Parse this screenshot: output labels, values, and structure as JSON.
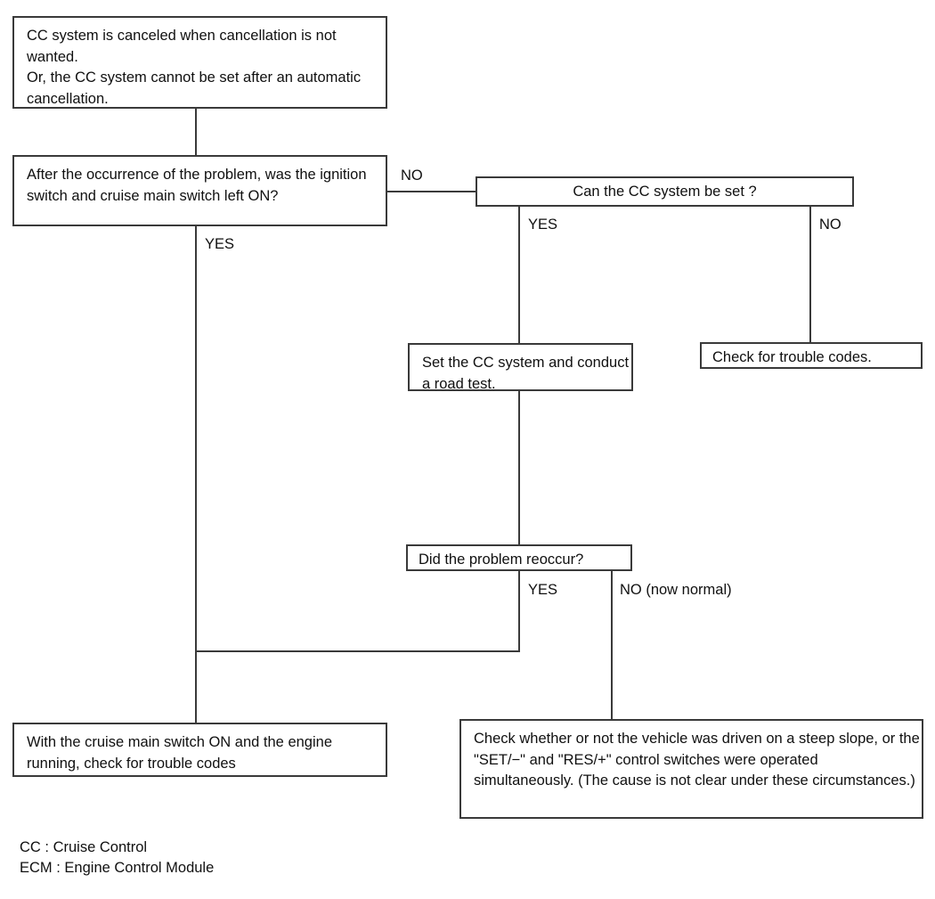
{
  "diagram": {
    "title": "CC System Cancellation Diagnostic Flowchart",
    "line_color": "#3a3a3a",
    "box_fill": "#ffffff",
    "text_color": "#101010"
  },
  "nodes": {
    "problem_statement": "CC system is canceled when cancellation is not wanted.\nOr, the CC system cannot be set after an automatic cancellation.",
    "question_ignition": "After the occurrence of the problem, was the ignition switch and cruise main switch left ON?",
    "question_can_set": "Can the CC system be set ?",
    "action_set_and_road_test": "Set the CC system and conduct a road test.",
    "action_check_codes_right": "Check for trouble codes.",
    "question_reoccur": "Did the problem reoccur?",
    "action_cruise_on_check_codes": "With the cruise main switch ON and the engine running, check for trouble codes",
    "action_check_steep_slope": "Check whether or not the vehicle was driven on a steep slope, or the \"SET/−\" and \"RES/+\" control switches were operated simultaneously. (The cause is not clear under these circumstances.)"
  },
  "edge_labels": {
    "ignition_no": "NO",
    "ignition_yes": "YES",
    "can_set_yes": "YES",
    "can_set_no": "NO",
    "reoccur_yes": "YES",
    "reoccur_no": "NO (now normal)"
  },
  "legend": {
    "line1": "CC : Cruise Control",
    "line2": "ECM : Engine Control Module",
    "text": "CC : Cruise Control\nECM : Engine Control Module"
  }
}
